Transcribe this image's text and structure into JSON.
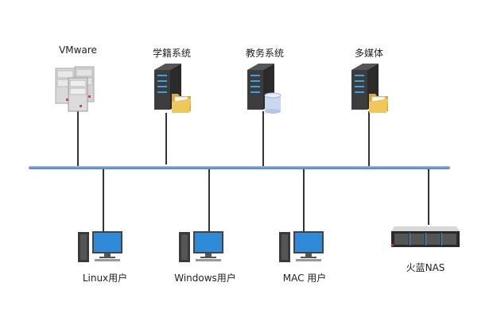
{
  "diagram": {
    "title": "",
    "network_bus_color": "#6f9bd6",
    "servers": [
      {
        "label": "VMware",
        "icon": "server-cluster-icon"
      },
      {
        "label": "学籍系统",
        "icon": "server-folder-icon"
      },
      {
        "label": "教务系统",
        "icon": "server-database-icon"
      },
      {
        "label": "多媒体",
        "icon": "server-folder-icon"
      }
    ],
    "clients": [
      {
        "label": "Linux用户",
        "icon": "desktop-computer-icon"
      },
      {
        "label": "Windows用户",
        "icon": "desktop-computer-icon"
      },
      {
        "label": "MAC 用户",
        "icon": "desktop-computer-icon"
      },
      {
        "label": "火蓝NAS",
        "icon": "rack-nas-icon"
      }
    ]
  }
}
